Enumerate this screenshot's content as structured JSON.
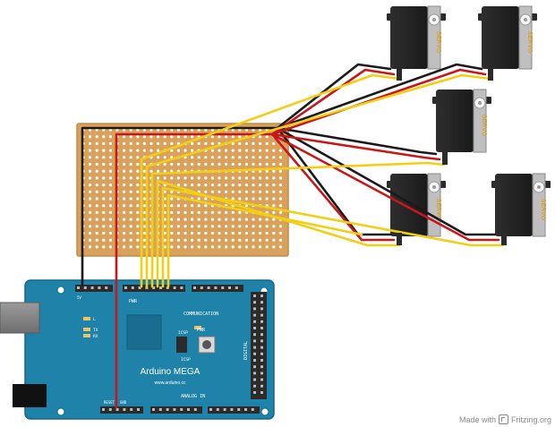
{
  "board": {
    "name": "Arduino MEGA",
    "url": "www.arduino.cc",
    "pwr_header": "PWR",
    "comm_header": "COMMUNICATION",
    "analog_header": "ANALOG IN",
    "digital_header": "DIGITAL",
    "icsp_label": "ICSP",
    "pwr_led_label": "PWR",
    "tx_label": "TX",
    "rx_label": "RX",
    "l_label": "L",
    "reset_label": "RESET",
    "ground_label": "GND",
    "power_pins_label": "5V",
    "colors": {
      "board": "#1f82a8",
      "board_edge": "#14668a",
      "header": "#2b2b2b"
    }
  },
  "protoboard": {
    "color": "#d9a25c",
    "hole_color": "#ffffff"
  },
  "servos": [
    {
      "label": "SERVO"
    },
    {
      "label": "SERVO"
    },
    {
      "label": "SERVO"
    },
    {
      "label": "SERVO"
    },
    {
      "label": "SERVO"
    }
  ],
  "wire_colors": {
    "ground": "#1a1a1a",
    "power": "#c8171b",
    "signal": "#f3cf14"
  },
  "credit": {
    "prefix": "Made with",
    "name": "Fritzing.org"
  }
}
